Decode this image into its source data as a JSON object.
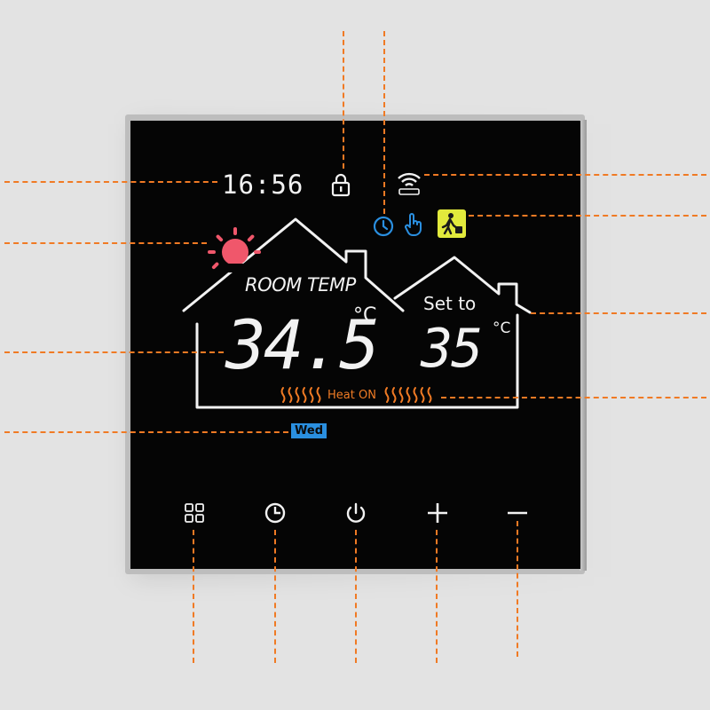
{
  "device": {
    "clock_time": "16:56",
    "room_temp_label": "ROOM TEMP",
    "room_temp_value": "34.5",
    "room_temp_unit": "°C",
    "set_label": "Set to",
    "set_temp_value": "35",
    "set_temp_unit": "°C",
    "heat_status": "Heat ON",
    "day": "Wed"
  },
  "icons": {
    "lock": "lock-icon",
    "wifi": "wifi-icon",
    "timer": "clock-icon",
    "manual": "hand-pointer-icon",
    "away": "person-leaving-icon",
    "weather": "sun-icon"
  },
  "buttons": [
    {
      "id": "menu",
      "icon": "grid-icon"
    },
    {
      "id": "timer",
      "icon": "clock-icon"
    },
    {
      "id": "power",
      "icon": "power-icon"
    },
    {
      "id": "plus",
      "icon": "plus-icon"
    },
    {
      "id": "minus",
      "icon": "minus-icon"
    }
  ],
  "colors": {
    "screen": "#050505",
    "lcd_white": "#f2f2f2",
    "accent_orange": "#f07a24",
    "sun_red": "#f0576b",
    "status_blue": "#2a8fe0",
    "away_yellow": "#e2ea3c"
  }
}
